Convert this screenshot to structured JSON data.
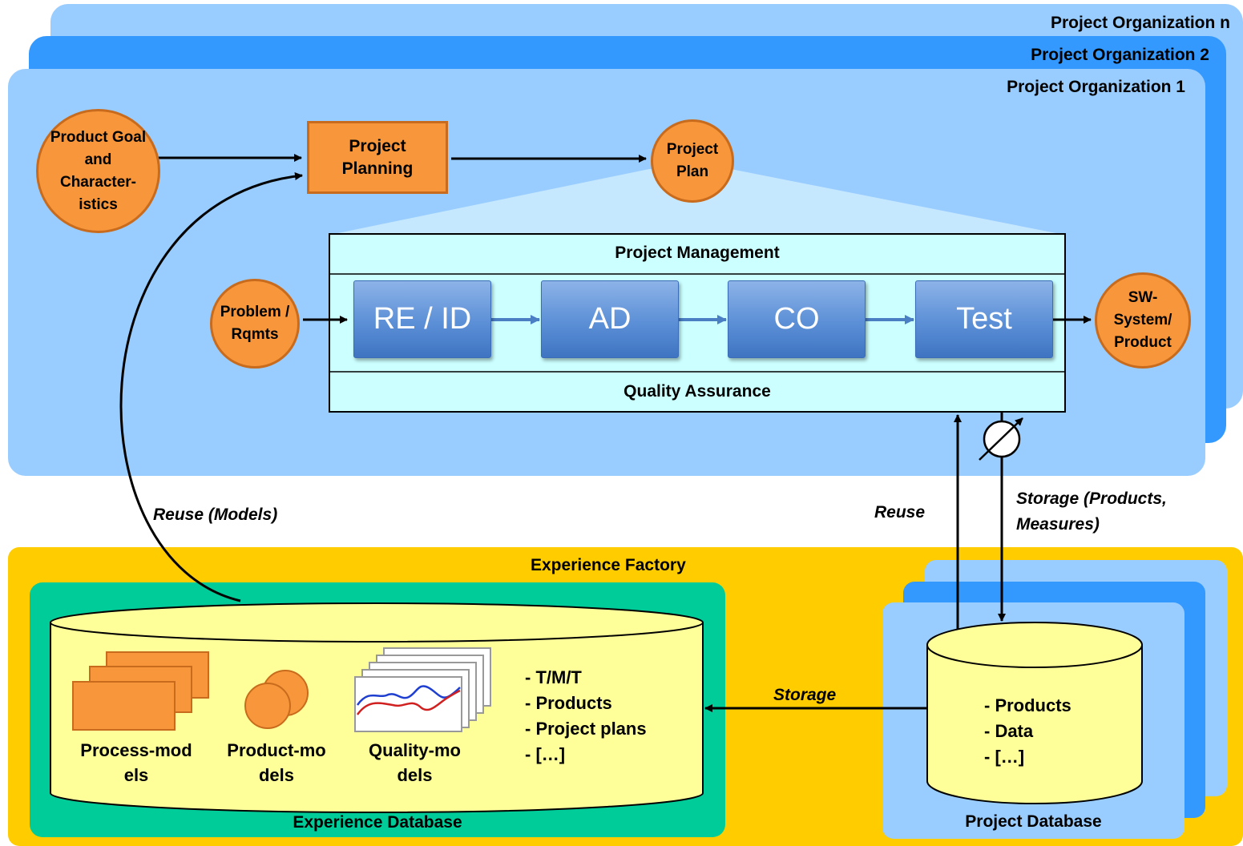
{
  "project_orgs": {
    "n": "Project Organization n",
    "two": "Project Organization 2",
    "one": "Project Organization 1"
  },
  "top_flow": {
    "product_goal": "Product Goal and Character-istics",
    "project_planning": "Project Planning",
    "project_plan": "Project Plan"
  },
  "process": {
    "management": "Project Management",
    "quality": "Quality Assurance",
    "input": "Problem / Rqmts",
    "output": "SW-System/ Product",
    "phases": [
      "RE / ID",
      "AD",
      "CO",
      "Test"
    ]
  },
  "labels": {
    "reuse_models": "Reuse (Models)",
    "reuse": "Reuse",
    "storage_products_measures": "Storage (Products, Measures)",
    "storage": "Storage"
  },
  "experience_factory": {
    "title": "Experience Factory",
    "database_title": "Experience Database",
    "process_models": "Process-models",
    "product_models": "Product-models",
    "quality_models": "Quality-models",
    "items": [
      "- T/M/T",
      "- Products",
      "- Project plans",
      "- […]"
    ]
  },
  "project_database": {
    "title": "Project Database",
    "items": [
      "- Products",
      "- Data",
      "- […]"
    ]
  },
  "colors": {
    "org_light": "#99ccff",
    "org_mid": "#3399ff",
    "orange": "#f7963b",
    "factory": "#ffcc00",
    "expdb": "#00cc99",
    "cylinder": "#ffff99",
    "process_box": "#ccffff"
  }
}
